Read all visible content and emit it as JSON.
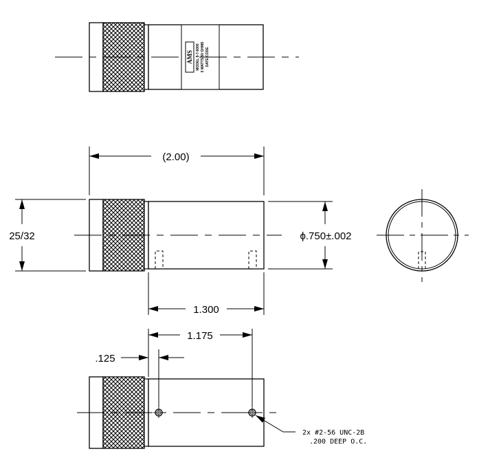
{
  "dimensions": {
    "overall_length": "(2.00)",
    "height": "25/32",
    "diameter": "ϕ.750±.002",
    "body_length": "1.300",
    "hole_spacing": "1.175",
    "hole_offset": ".125"
  },
  "callout": {
    "line1": "2x #2-56 UNC-2B",
    "line2": ".200 DEEP O.C."
  },
  "product_label": {
    "logo": "AMS",
    "line1": "MODEL 8-7-8000",
    "line2": "5 WATTS 50 OHMS",
    "line3": "DATE CODE"
  },
  "colors": {
    "line": "#000000",
    "background": "#ffffff"
  }
}
